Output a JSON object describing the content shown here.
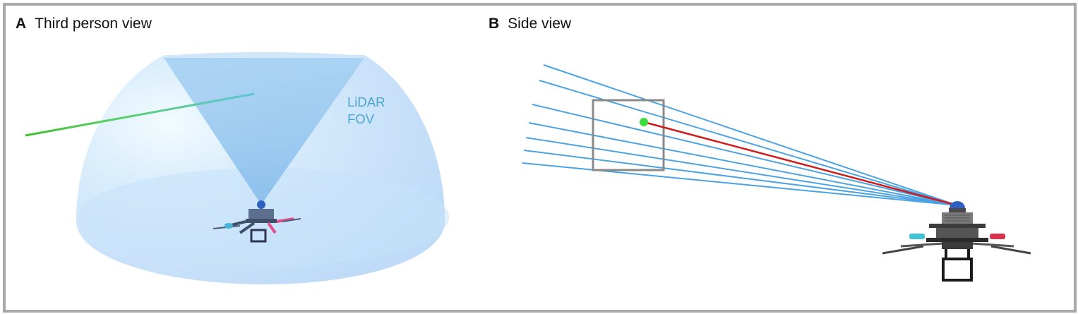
{
  "panel_a": {
    "letter": "A",
    "title": "Third person view",
    "fov_line1": "LiDAR",
    "fov_line2": "FOV"
  },
  "panel_b": {
    "letter": "B",
    "title": "Side view"
  },
  "colors": {
    "dome": "#c9e3fb",
    "cone": "#8ec4ee",
    "ray": "#4ba3e3",
    "hit_ray": "#d11a1a",
    "hit_point": "#3ddc3d",
    "frame": "#a9a9a9",
    "box": "#8a8a8a",
    "fov_text": "#4aa6cf"
  },
  "icons": [
    "drone-icon",
    "lidar-sensor-icon"
  ]
}
